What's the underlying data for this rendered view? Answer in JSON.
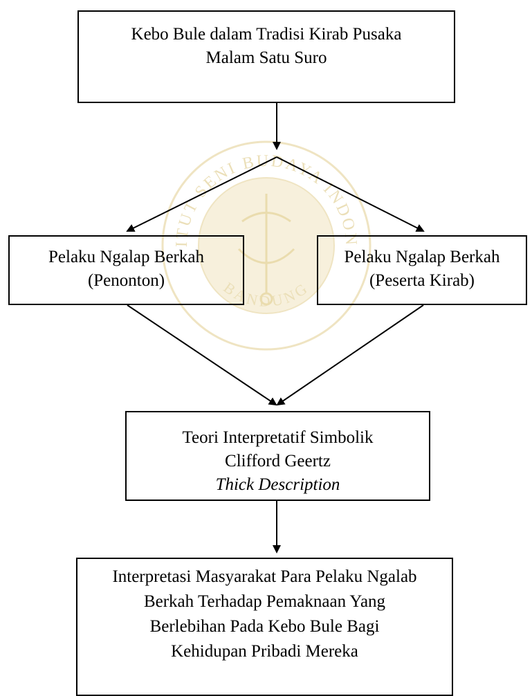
{
  "boxes": {
    "top": {
      "lines": [
        "Kebo Bule dalam  Tradisi Kirab Pusaka",
        "Malam Satu Suro"
      ]
    },
    "left": {
      "lines": [
        "Pelaku Ngalap Berkah",
        "(Penonton)"
      ]
    },
    "right": {
      "lines": [
        "Pelaku Ngalap Berkah",
        "(Peserta Kirab)"
      ]
    },
    "middle": {
      "lines": [
        "Teori Interpretatif Simbolik",
        "Clifford Geertz"
      ],
      "italic_line": "Thick Description"
    },
    "bottom": {
      "lines": [
        "Interpretasi Masyarakat Para Pelaku Ngalab",
        "Berkah Terhadap Pemaknaan Yang",
        "Berlebihan Pada Kebo Bule Bagi",
        "Kehidupan Pribadi Mereka"
      ]
    }
  },
  "watermark": {
    "arc_top_text": "INSTITUT SENI BUDAYA INDONESIA",
    "arc_bottom_text": "BANDUNG",
    "color": "#e8d9a8"
  },
  "colors": {
    "line": "#000000",
    "background": "#ffffff"
  }
}
